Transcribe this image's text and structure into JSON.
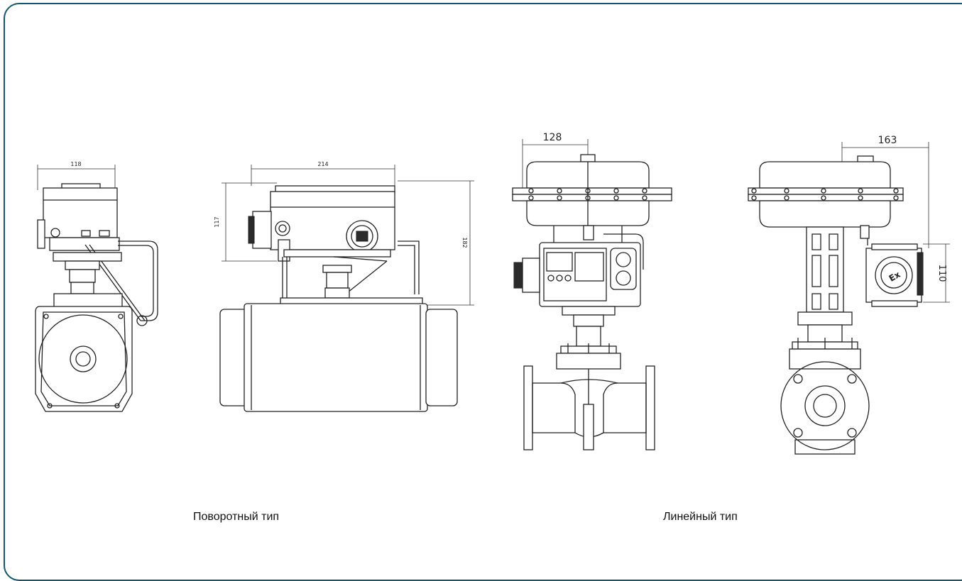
{
  "captions": {
    "rotary": "Поворотный тип",
    "linear": "Линейный тип"
  },
  "dimensions": {
    "rotary_front_width": "118",
    "rotary_side_width": "214",
    "rotary_side_height": "117",
    "rotary_total_height": "182",
    "linear_front_width": "128",
    "linear_side_width": "163",
    "linear_side_height": "110"
  },
  "badges": {
    "ex_mark": "Ex"
  },
  "colors": {
    "frame_border": "#15566e",
    "line": "#222222"
  }
}
